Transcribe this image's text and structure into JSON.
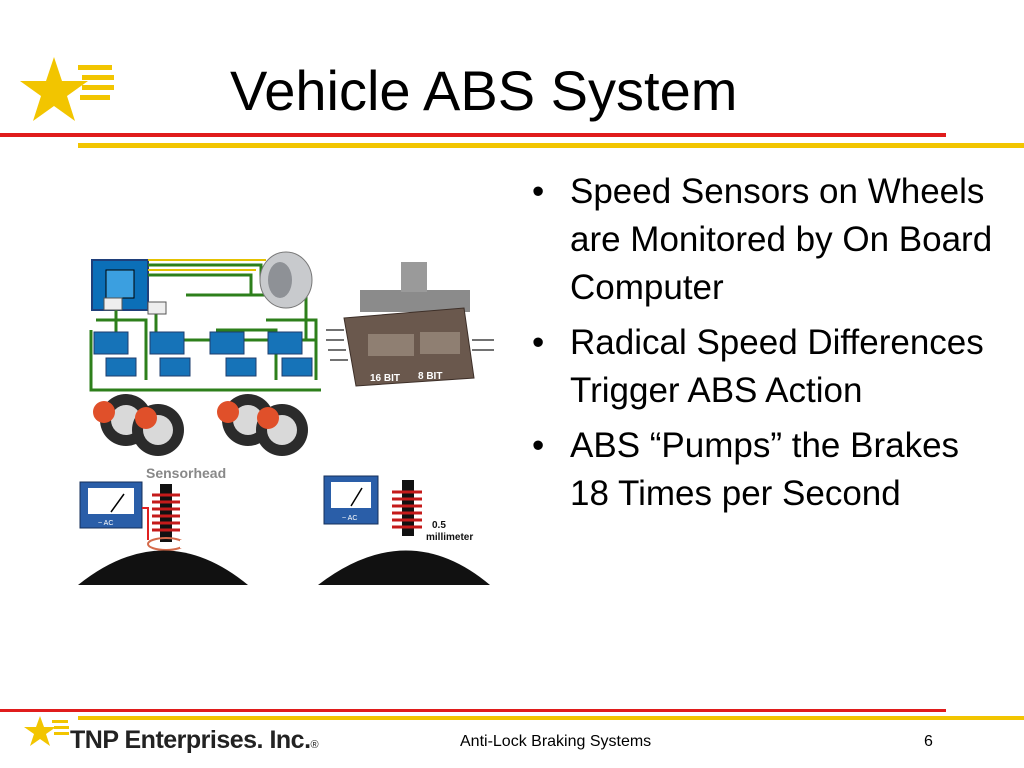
{
  "slide": {
    "title": "Vehicle ABS System",
    "bullets": [
      "Speed Sensors on Wheels are Monitored by On Board Computer",
      "Radical Speed Differences Trigger ABS Action",
      "ABS “Pumps” the Brakes 18 Times per Second"
    ],
    "bullet_glyph": "•"
  },
  "illustration": {
    "chip_labels": [
      "16 BIT",
      "8 BIT"
    ],
    "sensor_label": "Sensorhead",
    "meter_label": "~ AC",
    "gap_label_value": "0.5",
    "gap_label_unit": "millimeter"
  },
  "footer": {
    "company": "TNP Enterprises. Inc.",
    "company_mark": "®",
    "center_text": "Anti-Lock Braking Systems",
    "page_number": "6"
  },
  "colors": {
    "accent_red": "#e01c1c",
    "accent_yellow": "#f2c500",
    "logo_yellow": "#f2c500"
  },
  "icons": [
    "zia-star-logo-icon",
    "computer-chip-icon",
    "wheel-icon",
    "meter-icon"
  ]
}
